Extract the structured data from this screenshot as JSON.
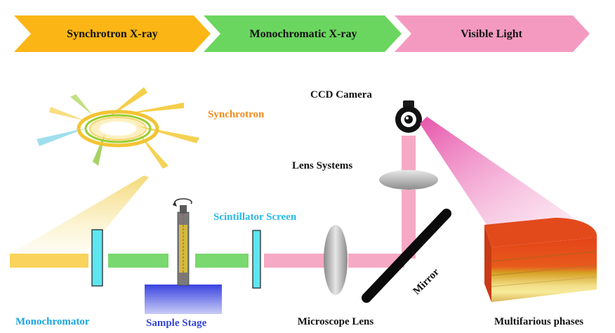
{
  "banner": {
    "stage1": "Synchrotron X-ray",
    "stage2": "Monochromatic X-ray",
    "stage3": "Visible Light"
  },
  "labels": {
    "synchrotron": "Synchrotron",
    "ccd_camera": "CCD Camera",
    "lens_systems": "Lens Systems",
    "scintillator_screen": "Scintillator Screen",
    "mirror": "Mirror",
    "monochromator": "Monochromator",
    "sample_stage": "Sample Stage",
    "microscope_lens": "Microscope Lens",
    "multifarious_phases": "Multifarious phases"
  },
  "colors": {
    "xray_beam": "#f9d35c",
    "mono_beam": "#79d86f",
    "visible_beam": "#f6a9c4",
    "stage1": "#fbb615",
    "stage2": "#6bd65f",
    "stage3": "#f49ac0",
    "label_blue": "#1aa5e0",
    "label_orange": "#f08c1e",
    "label_cyan": "#29b9e6"
  }
}
